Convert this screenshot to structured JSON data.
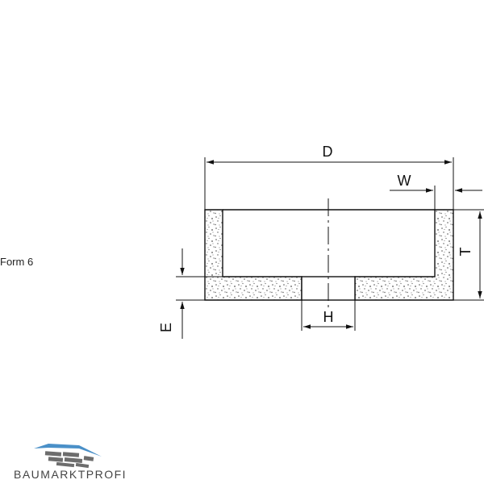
{
  "form_label": "Form 6",
  "dimensions": {
    "D": "D",
    "W": "W",
    "T": "T",
    "H": "H",
    "E": "E"
  },
  "logo": {
    "text": "BAUMARKTPROFI",
    "roof_color": "#4a90c8",
    "brick_color": "#6d6d6d"
  },
  "colors": {
    "line": "#111111",
    "abrasive_speckle": "#555555"
  }
}
